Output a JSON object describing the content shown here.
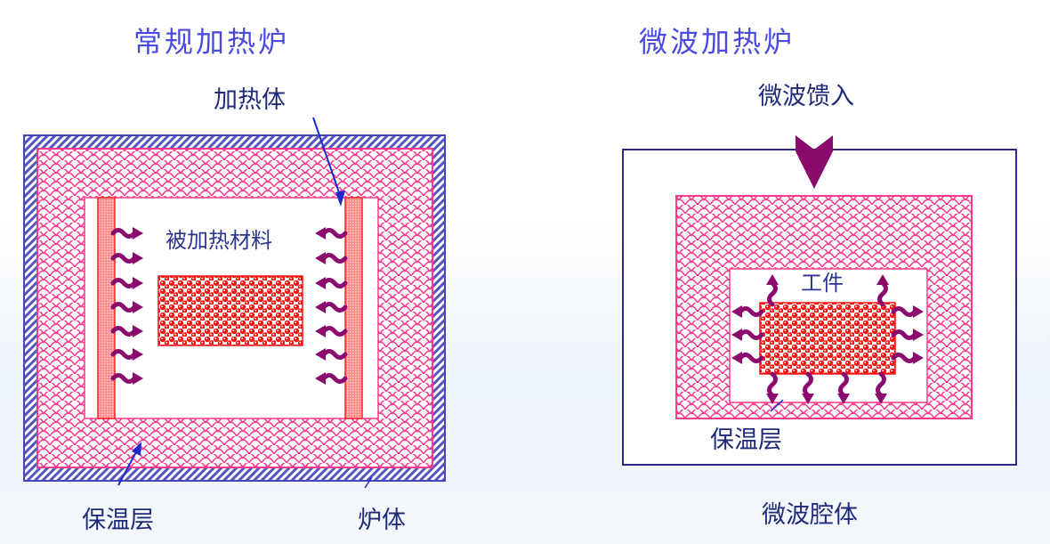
{
  "conventional": {
    "title": "常规加热炉",
    "heater_label": "加热体",
    "material_label": "被加热材料",
    "insulation_label": "保温层",
    "body_label": "炉体"
  },
  "microwave": {
    "title": "微波加热炉",
    "feed_label": "微波馈入",
    "workpiece_label": "工件",
    "insulation_label": "保温层",
    "cavity_label": "微波腔体"
  },
  "colors": {
    "title": "#4a4ae0",
    "label": "#1f2a78",
    "insulation": "#ff3a8c",
    "heater": "#ff3333",
    "arrow": "#8b0a6e",
    "furnace_body": "#4444bb"
  }
}
